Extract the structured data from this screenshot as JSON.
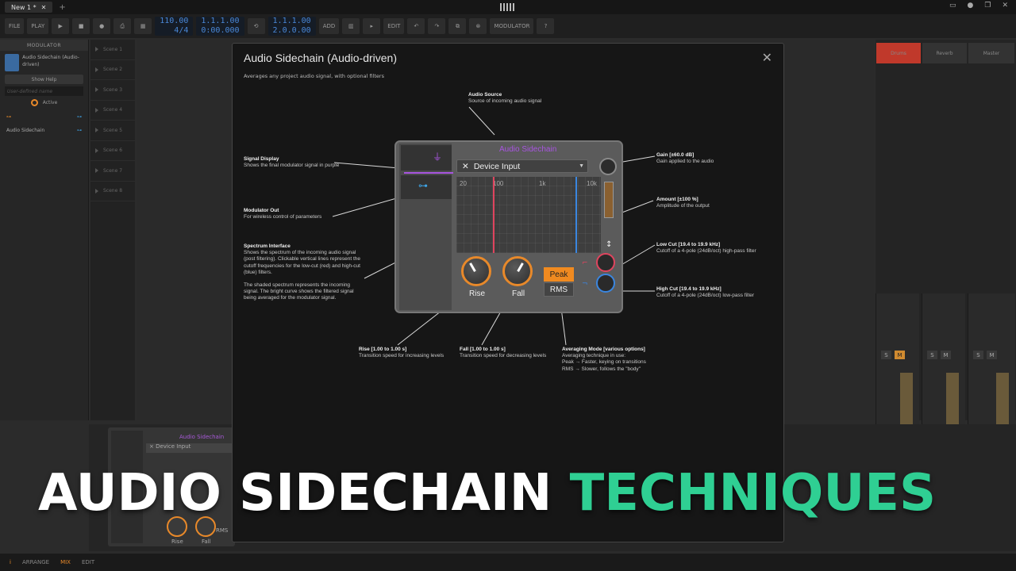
{
  "window": {
    "tab_title": "New 1 *",
    "close_glyph": "✕",
    "plus_glyph": "+"
  },
  "toolbar": {
    "file": "FILE",
    "play": "PLAY",
    "tempo": "110.00",
    "signature": "4/4",
    "position_bars": "1.1.1.00",
    "position_time": "0:00.000",
    "loop_start": "1.1.1.00",
    "loop_end": "2.0.0.00",
    "add": "ADD",
    "edit": "EDIT",
    "modulator": "MODULATOR"
  },
  "inspector": {
    "header": "MODULATOR",
    "device_name": "Audio Sidechain (Audio-driven)",
    "show_help": "Show Help",
    "user_name_placeholder": "User-defined name",
    "active": "Active",
    "list_item": "Audio Sidechain"
  },
  "scenes": [
    "Scene 1",
    "Scene 2",
    "Scene 3",
    "Scene 4",
    "Scene 5",
    "Scene 6",
    "Scene 7",
    "Scene 8"
  ],
  "mixer": {
    "tracks": [
      "Drums",
      "Reverb",
      "Master"
    ],
    "solo": "S",
    "mute": "M"
  },
  "bottom_device": {
    "title": "Audio Sidechain",
    "input": "× Device Input",
    "rise": "Rise",
    "fall": "Fall",
    "rms": "RMS"
  },
  "statusbar": {
    "arrange": "ARRANGE",
    "mix": "MIX",
    "edit": "EDIT"
  },
  "modal": {
    "title": "Audio Sidechain (Audio-driven)",
    "subtitle": "Averages any project audio signal, with optional filters",
    "close": "✕"
  },
  "device": {
    "name": "Audio Sidechain",
    "input": "Device Input",
    "input_close": "✕",
    "ticks": [
      "20",
      "100",
      "1k",
      "10k"
    ],
    "rise": "Rise",
    "fall": "Fall",
    "peak": "Peak",
    "rms": "RMS"
  },
  "annotations": {
    "audio_source": {
      "title": "Audio Source",
      "text": "Source of incoming audio signal"
    },
    "signal_display": {
      "title": "Signal Display",
      "text": "Shows the final modulator signal in purple"
    },
    "modulator_out": {
      "title": "Modulator Out",
      "text": "For wireless control of parameters"
    },
    "spectrum": {
      "title": "Spectrum Interface",
      "text": "Shows the spectrum of the incoming audio signal (post filtering). Clickable vertical lines represent the cutoff frequencies for the low-cut (red) and high-cut (blue) filters.",
      "text2": "The shaded spectrum represents the incoming signal. The bright curve shows the filtered signal being averaged for the modulator signal."
    },
    "gain": {
      "title": "Gain [±60.0 dB]",
      "text": "Gain applied to the audio"
    },
    "amount": {
      "title": "Amount [±100 %]",
      "text": "Amplitude of the output"
    },
    "low_cut": {
      "title": "Low Cut [19.4 to 19.9 kHz]",
      "text": "Cutoff of a 4-pole (24dB/oct) high-pass filter"
    },
    "high_cut": {
      "title": "High Cut [19.4 to 19.9 kHz]",
      "text": "Cutoff of a 4-pole (24dB/oct) low-pass filter"
    },
    "rise": {
      "title": "Rise [1.00 to 1.00 s]",
      "text": "Transition speed for increasing levels"
    },
    "fall": {
      "title": "Fall [1.00 to 1.00 s]",
      "text": "Transition speed for decreasing levels"
    },
    "averaging": {
      "title": "Averaging Mode [various options]",
      "line1": "Averaging technique in use:",
      "line2": "Peak → Faster, keying on transitions",
      "line3": "RMS → Slower, follows the \"body\""
    }
  },
  "headline": {
    "part1": "AUDIO SIDECHAIN",
    "part2": "TECHNIQUES"
  },
  "colors": {
    "accent_orange": "#e8892a",
    "purple": "#a855e0",
    "low_cut_red": "#e0445e",
    "high_cut_blue": "#3a86e0",
    "headline_green": "#2fcf93"
  }
}
